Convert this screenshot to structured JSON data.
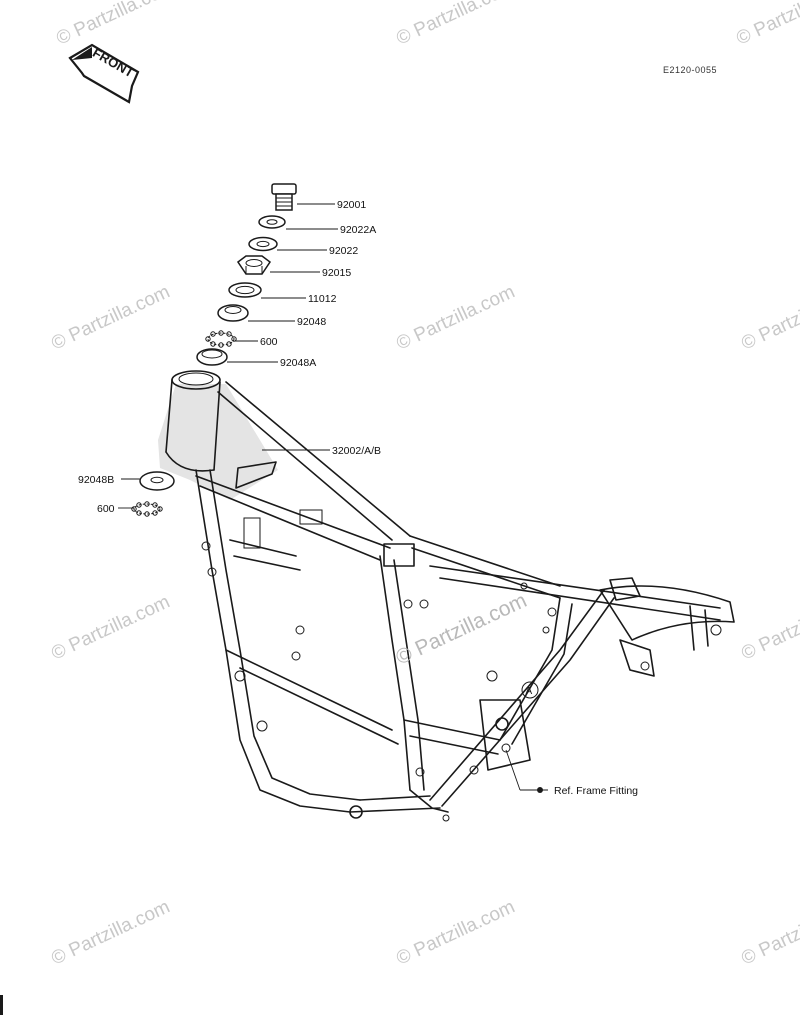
{
  "diagram_code": "E2120-0055",
  "front_badge": "FRONT",
  "watermark_text": "© Partzilla.com",
  "callouts": {
    "c92001": "92001",
    "c92022A": "92022A",
    "c92022": "92022",
    "c92015": "92015",
    "c11012": "11012",
    "c92048": "92048",
    "c600a": "600",
    "c92048A": "92048A",
    "c32002": "32002/A/B",
    "c92048B": "92048B",
    "c600b": "600",
    "ref_frame": "Ref. Frame Fitting",
    "marker_a": "A"
  },
  "colors": {
    "ink": "#1a1a1a",
    "watermark": "#c8c8c8",
    "frame_shade": "#d8d8d8"
  }
}
